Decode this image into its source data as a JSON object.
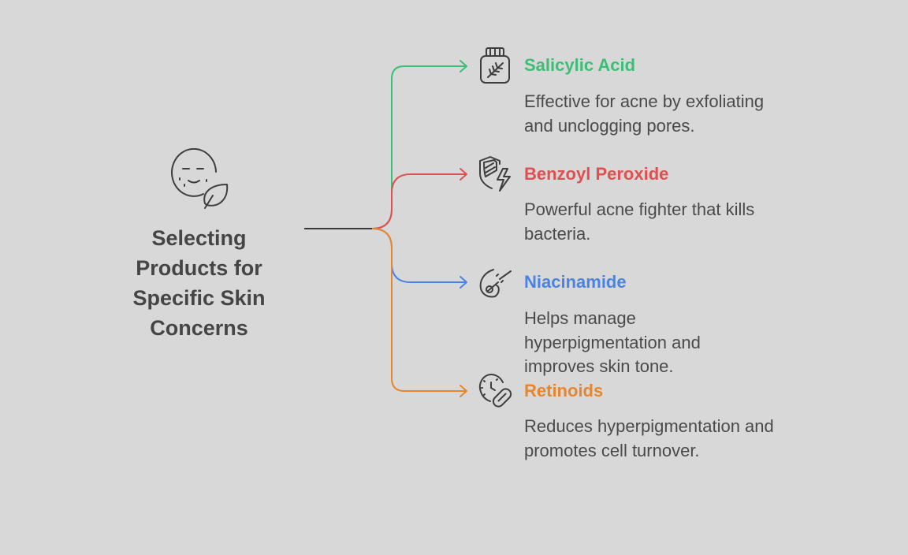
{
  "diagram": {
    "title": "Selecting Products for Specific Skin Concerns",
    "central_icon": "face-leaf-icon",
    "items": [
      {
        "title": "Salicylic Acid",
        "description": "Effective for acne by exfoliating and unclogging pores.",
        "icon": "jar-herb-icon",
        "color": "#3cbf75"
      },
      {
        "title": "Benzoyl Peroxide",
        "description": "Powerful acne fighter that kills bacteria.",
        "icon": "shield-lightning-icon",
        "color": "#e05050"
      },
      {
        "title": "Niacinamide",
        "description": "Helps manage hyperpigmentation and improves skin tone.",
        "icon": "serum-dropper-icon",
        "color": "#4a84e2"
      },
      {
        "title": "Retinoids",
        "description": "Reduces hyperpigmentation and promotes cell turnover.",
        "icon": "clock-pill-icon",
        "color": "#e8862e"
      }
    ]
  }
}
